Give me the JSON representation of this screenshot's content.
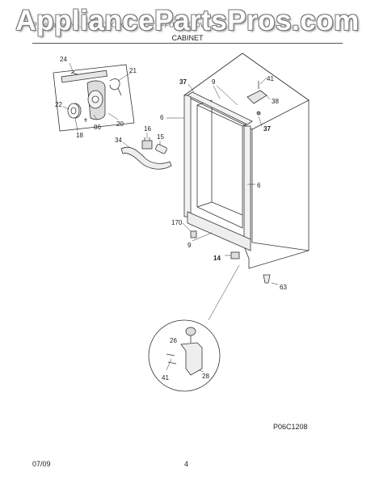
{
  "watermark": "AppliancePartsPros.com",
  "header": {
    "publication": "Publication No. 5995XXXXXX",
    "model": "FFU11FK1DW"
  },
  "section_title": "CABINET",
  "parts": {
    "p24": "24",
    "p21": "21",
    "p22": "22",
    "p86": "86",
    "p20": "20",
    "p18": "18",
    "p16": "16",
    "p15": "15",
    "p34": "34",
    "p6a": "6",
    "p6b": "6",
    "p37a": "37",
    "p37b": "37",
    "p9a": "9",
    "p9b": "9",
    "p41a": "41",
    "p41b": "41",
    "p38": "38",
    "p170": "170",
    "p14": "14",
    "p63": "63",
    "p26": "26",
    "p28": "28"
  },
  "diagram_code": "P06C1208",
  "footer": {
    "date": "07/09",
    "page": "4"
  }
}
